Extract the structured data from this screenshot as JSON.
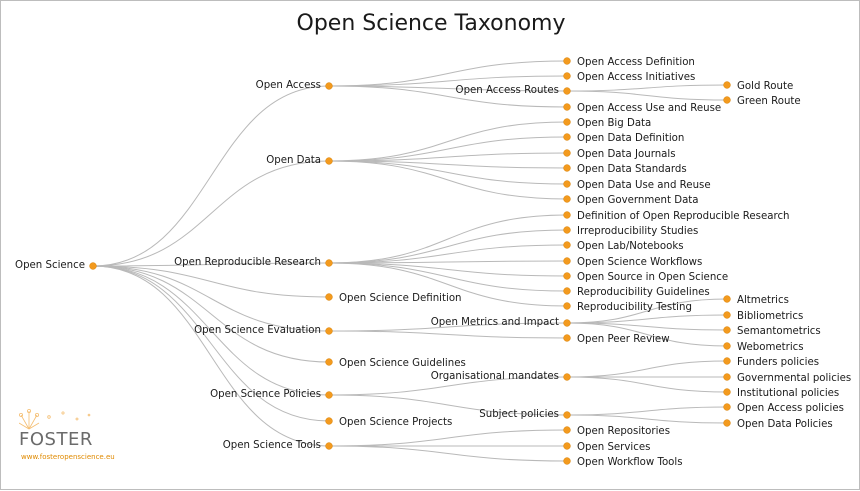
{
  "title": "Open Science Taxonomy",
  "colors": {
    "node": "#f39a1e",
    "edge": "#b9b9b9",
    "text": "#1a1a1a",
    "logo_accent": "#e08a00"
  },
  "logo": {
    "name": "FOSTER",
    "url": "www.fosteropenscience.eu"
  },
  "tree": {
    "label": "Open Science",
    "children": [
      {
        "label": "Open Access",
        "children": [
          {
            "label": "Open Access Definition"
          },
          {
            "label": "Open Access Initiatives"
          },
          {
            "label": "Open Access Routes",
            "children": [
              {
                "label": "Gold Route"
              },
              {
                "label": "Green Route"
              }
            ]
          },
          {
            "label": "Open Access Use and Reuse"
          }
        ]
      },
      {
        "label": "Open Data",
        "children": [
          {
            "label": "Open Big Data"
          },
          {
            "label": "Open Data Definition"
          },
          {
            "label": "Open Data Journals"
          },
          {
            "label": "Open Data Standards"
          },
          {
            "label": "Open Data Use and Reuse"
          },
          {
            "label": "Open Government Data"
          }
        ]
      },
      {
        "label": "Open Reproducible Research",
        "children": [
          {
            "label": "Definition of Open Reproducible Research"
          },
          {
            "label": "Irreproducibility Studies"
          },
          {
            "label": "Open Lab/Notebooks"
          },
          {
            "label": "Open Science Workflows"
          },
          {
            "label": "Open Source in Open Science"
          },
          {
            "label": "Reproducibility Guidelines"
          },
          {
            "label": "Reproducibility Testing"
          }
        ]
      },
      {
        "label": "Open Science Definition"
      },
      {
        "label": "Open Science Evaluation",
        "children": [
          {
            "label": "Open Metrics and Impact",
            "children": [
              {
                "label": "Altmetrics"
              },
              {
                "label": "Bibliometrics"
              },
              {
                "label": "Semantometrics"
              },
              {
                "label": "Webometrics"
              }
            ]
          },
          {
            "label": "Open Peer Review"
          }
        ]
      },
      {
        "label": "Open Science Guidelines"
      },
      {
        "label": "Open Science Policies",
        "children": [
          {
            "label": "Organisational mandates",
            "children": [
              {
                "label": "Funders policies"
              },
              {
                "label": "Governmental policies"
              },
              {
                "label": "Institutional policies"
              }
            ]
          },
          {
            "label": "Subject policies",
            "children": [
              {
                "label": "Open Access policies"
              },
              {
                "label": "Open Data Policies"
              }
            ]
          }
        ]
      },
      {
        "label": "Open Science Projects"
      },
      {
        "label": "Open Science Tools",
        "children": [
          {
            "label": "Open Repositories"
          },
          {
            "label": "Open Services"
          },
          {
            "label": "Open Workflow Tools"
          }
        ]
      }
    ]
  }
}
